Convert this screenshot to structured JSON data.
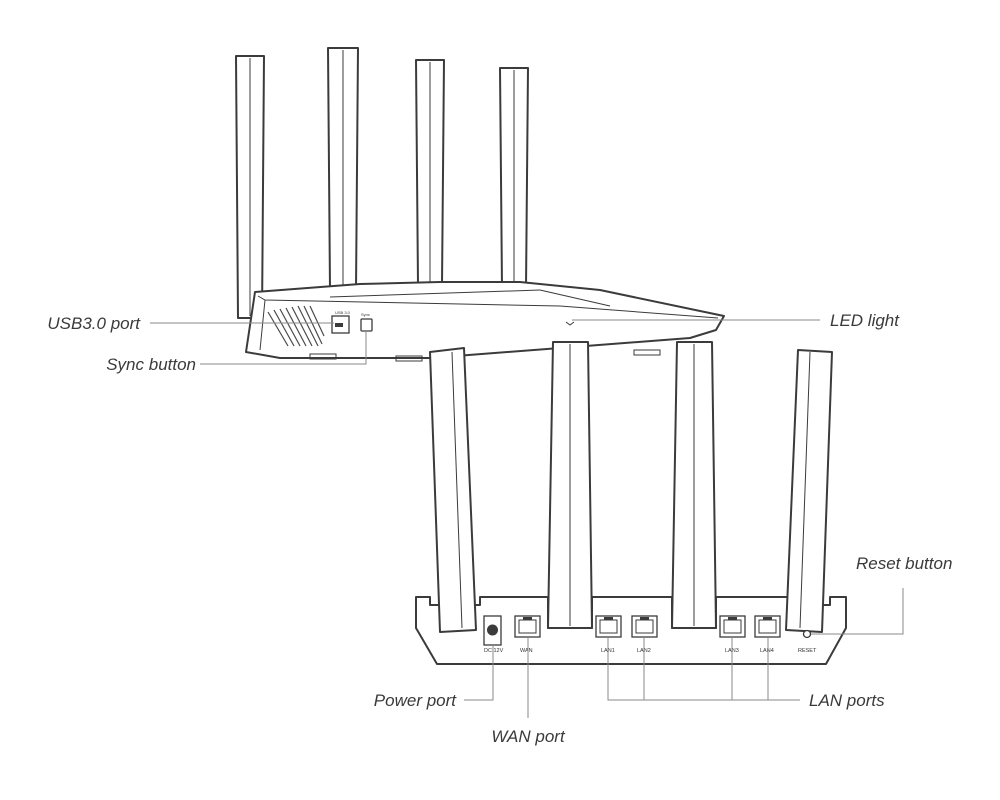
{
  "diagram": {
    "callouts": {
      "usb": "USB3.0 port",
      "sync": "Sync button",
      "led": "LED light",
      "reset": "Reset button",
      "power": "Power port",
      "wan": "WAN port",
      "lan": "LAN ports"
    },
    "device_labels": {
      "usb": "USB 3.0",
      "sync": "Sync",
      "dc": "DC 12V",
      "wan": "WAN",
      "lan1": "LAN1",
      "lan2": "LAN2",
      "lan3": "LAN3",
      "lan4": "LAN4",
      "reset": "RESET"
    },
    "colors": {
      "line": "#3b3b3b",
      "leader": "#8a8a8a",
      "text": "#3a3a3a"
    }
  }
}
